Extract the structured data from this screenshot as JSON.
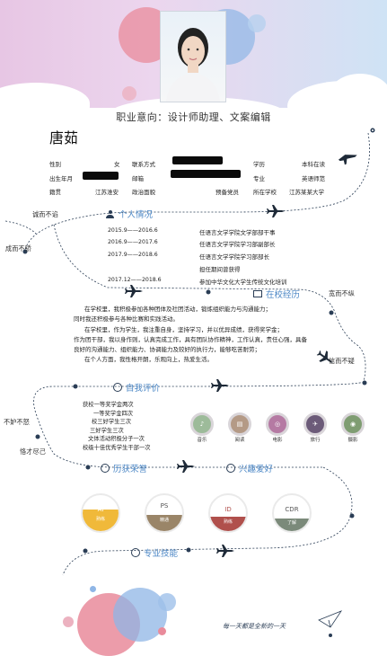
{
  "intent": "职业意向：设计师助理、文案编辑",
  "name": "唐茹",
  "info": {
    "gender_label": "性别",
    "gender_value": "女",
    "birth_label": "出生年月",
    "hometown_label": "籍贯",
    "hometown_value": "江苏淮安",
    "contact_label": "联系方式",
    "email_label": "邮箱",
    "politics_label": "政治面貌",
    "politics_value": "预备党员",
    "degree_label": "学历",
    "degree_value": "本科在读",
    "major_label": "专业",
    "major_value": "英语师范",
    "school_label": "所在学校",
    "school_value": "江苏某某大学"
  },
  "sections": {
    "personal": "个人情况",
    "campus": "在校经历",
    "self": "自我评价",
    "awards": "历获荣誉",
    "hobbies": "兴趣爱好",
    "skills": "专业技能"
  },
  "side_notes": {
    "a": "诚而不谄",
    "b": "成而不骄",
    "c": "宽而不纵",
    "d": "信而不疑",
    "e": "不妒不怒",
    "f": "恪才尽己"
  },
  "experience": [
    {
      "date": "2015.9——2016.6",
      "desc": "任语言文学学院文学部部干事"
    },
    {
      "date": "2016.9——2017.6",
      "desc": "任语言文学学院学习部副部长"
    },
    {
      "date": "2017.9——2018.6",
      "desc": "任语言文学学院学习部部长"
    },
    {
      "date": "",
      "desc": "担任期间曾获得"
    },
    {
      "date": "2017.12——2018.6",
      "desc": "参加中华文化大学生传统文化培训"
    }
  ],
  "self_eval": [
    "在学校里，我积极参加各种团体及社团活动，锻炼组织能力与沟通能力；",
    "同时我还积极参与各种比赛和实践活动。",
    "在学校里，作为学生，我注重自身，坚持学习，并以优异成绩，获得奖学金；",
    "作为团干部，我以身作则，认真完成工作，具有团队协作精神，工作认真，责任心强，具备",
    "良好的沟通能力、组织能力、协调能力及较好的执行力，能够吃苦耐劳；",
    "在个人方面，我性格开朗，乐观向上，热爱生活。"
  ],
  "awards": [
    "获校一等奖学金两次",
    "一等奖学金四次",
    "校三好学生三次",
    "三好学生三次",
    "文体活动积极分子一次",
    "校级十佳优秀学生干部一次"
  ],
  "hobbies": [
    {
      "label": "音乐",
      "color": "#9dbb9a"
    },
    {
      "label": "阅读",
      "color": "#b49a86"
    },
    {
      "label": "电影",
      "color": "#b57aa3"
    },
    {
      "label": "旅行",
      "color": "#6c5b79"
    },
    {
      "label": "摄影",
      "color": "#7f9d72"
    }
  ],
  "skills": [
    {
      "label": "AI",
      "level": "熟练",
      "percent": 60,
      "color": "#f0b93a"
    },
    {
      "label": "PS",
      "level": "精通",
      "percent": 45,
      "color": "#9a8568"
    },
    {
      "label": "ID",
      "level": "熟练",
      "percent": 40,
      "color": "#b0504c"
    },
    {
      "label": "CDR",
      "level": "了解",
      "percent": 35,
      "color": "#7b8a7a"
    }
  ],
  "footer": "每一天都是全新的一天"
}
